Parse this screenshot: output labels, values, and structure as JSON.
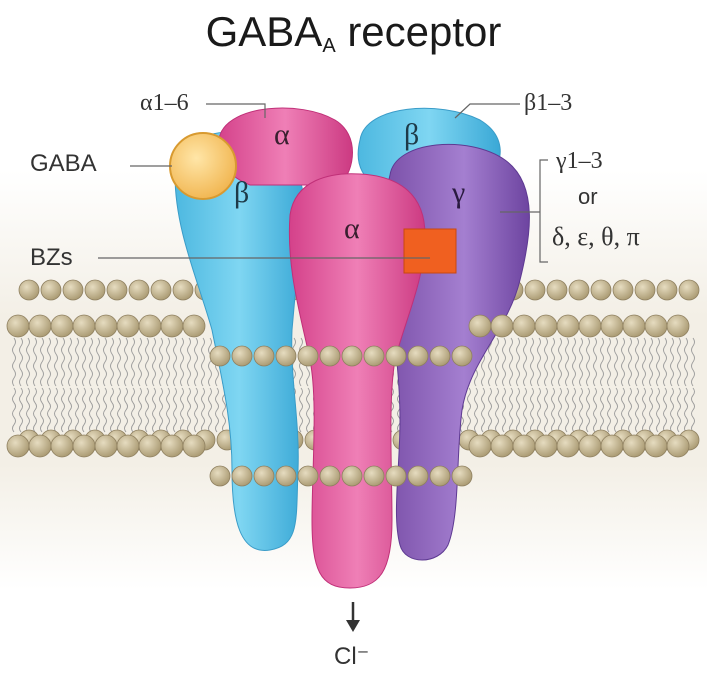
{
  "title": {
    "main": "GABA",
    "subscript": "A",
    "suffix": " receptor"
  },
  "labels": {
    "alpha_isoforms": "α1–6",
    "beta_isoforms": "β1–3",
    "gaba": "GABA",
    "bzs": "BZs",
    "gamma_isoforms": "γ1–3",
    "or": "or",
    "other_subunits": "δ, ε, θ, π",
    "chloride": "Cl⁻"
  },
  "subunits": {
    "alpha_back": "α",
    "beta_back": "β",
    "beta_left": "β",
    "gamma": "γ",
    "alpha_front": "α"
  },
  "colors": {
    "alpha": "#e0559a",
    "beta": "#5fc8e8",
    "gamma": "#8a5fb8",
    "gaba_site": "#f5c060",
    "bz_site": "#f06020",
    "lipid_head": "#b8aa86",
    "background_band": "#efeae0"
  },
  "icons": {
    "flow_arrow": "arrow-down-icon"
  }
}
